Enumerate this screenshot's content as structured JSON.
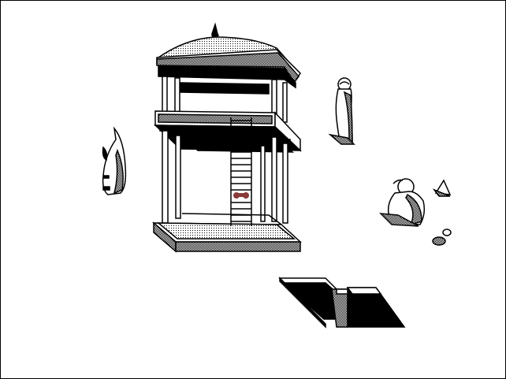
{
  "game": {
    "style": "1-bit isometric",
    "colors": {
      "ink": "#000000",
      "paper": "#ffffff",
      "player": "#8b3a3a"
    }
  },
  "scene": {
    "objects": [
      {
        "kind": "pavilion",
        "icon": "two-story-pavilion"
      },
      {
        "kind": "ladder",
        "icon": "ladder"
      },
      {
        "kind": "player",
        "icon": "player-sprite"
      },
      {
        "kind": "statue",
        "icon": "hooded-statue"
      },
      {
        "kind": "statue",
        "icon": "robed-figure-statue"
      },
      {
        "kind": "statue",
        "icon": "crouching-figure-statue"
      },
      {
        "kind": "rock",
        "icon": "small-rock"
      },
      {
        "kind": "rock",
        "icon": "pebbles"
      },
      {
        "kind": "trapdoor",
        "icon": "open-trapdoor-pit"
      }
    ]
  }
}
